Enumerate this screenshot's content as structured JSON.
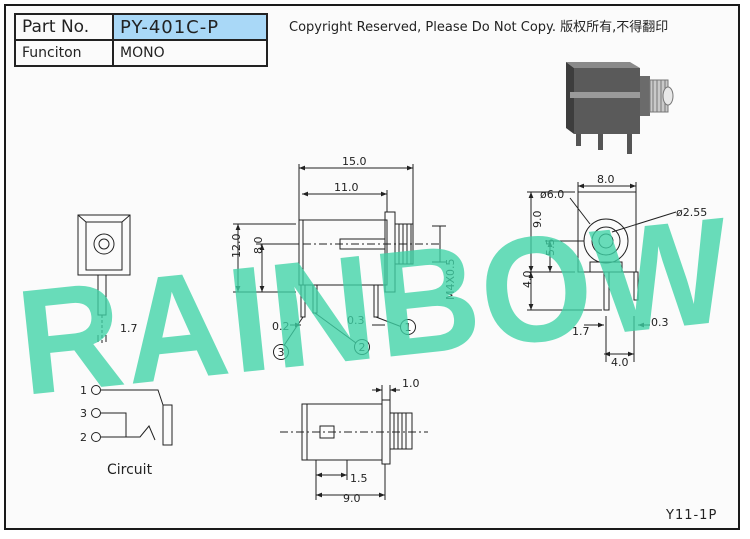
{
  "spec_table": {
    "part_label": "Part No.",
    "part_value": "PY-401C-P",
    "function_label": "Funciton",
    "function_value": "MONO"
  },
  "copyright": "Copyright Reserved, Please Do Not Copy. 版权所有,不得翻印",
  "watermark": "RAINBOW",
  "dimensions": {
    "side_length": "15.0",
    "side_body": "11.0",
    "side_height": "12.0",
    "side_pin_height": "8.0",
    "thread": "M4X0.5",
    "pin_gap_left": "0.2",
    "pin_gap_right": "0.3",
    "front_left_pin": "1.7",
    "end_width": "8.0",
    "end_outer_dia": "ø6.0",
    "end_inner_dia": "ø2.55",
    "end_height": "9.0",
    "end_center": "5.5",
    "end_base": "4.0",
    "end_pin_offset": "1.7",
    "end_pin_thk": "0.3",
    "end_pin_spacing": "4.0",
    "top_thread_len": "1.0",
    "top_pin_a": "1.5",
    "top_pin_b": "9.0"
  },
  "callouts": [
    "1",
    "2",
    "3"
  ],
  "circuit": {
    "label": "Circuit",
    "terminals": [
      "1",
      "3",
      "2"
    ]
  },
  "model_code": "Y11-1P",
  "colors": {
    "watermark": "#3fd3a7",
    "part_highlight": "#a9d8f7",
    "line": "#222222"
  }
}
